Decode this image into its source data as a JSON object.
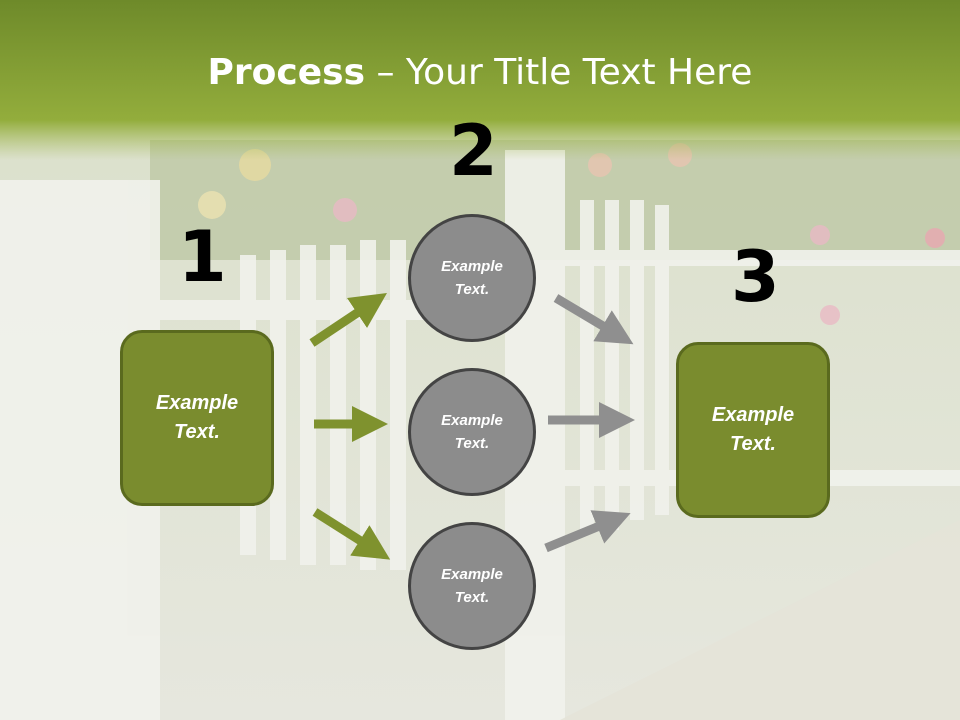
{
  "title": {
    "bold": "Process",
    "rest": " – Your Title Text Here"
  },
  "steps": [
    {
      "number": "1",
      "text_line1": "Example",
      "text_line2": "Text."
    },
    {
      "number": "2"
    },
    {
      "number": "3",
      "text_line1": "Example",
      "text_line2": "Text."
    }
  ],
  "circles": [
    {
      "line1": "Example",
      "line2": "Text."
    },
    {
      "line1": "Example",
      "line2": "Text."
    },
    {
      "line1": "Example",
      "line2": "Text."
    }
  ],
  "colors": {
    "green": "#7a8c2e",
    "gray": "#8c8c8c",
    "arrow_green": "#7f922e",
    "arrow_gray": "#8f8f8f"
  }
}
